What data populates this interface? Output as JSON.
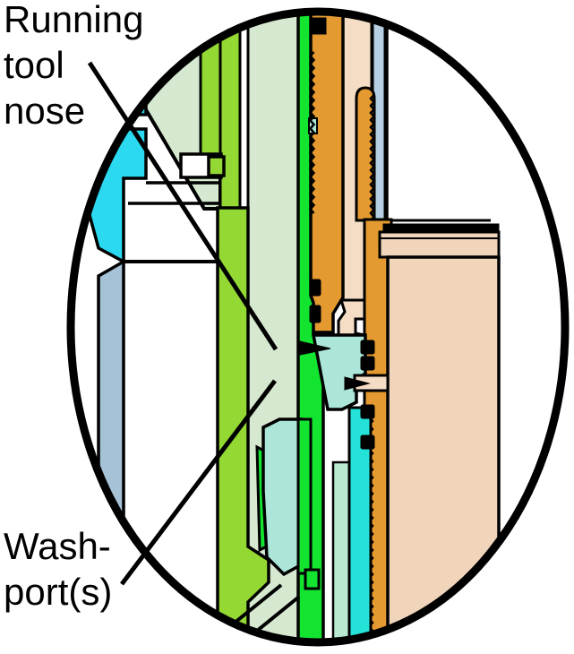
{
  "figure": {
    "type": "engineering-cross-section-detail",
    "description": "Magnified elliptical detail view of a running tool and tubing hanger cross-section",
    "labels": {
      "running_tool_nose": "Running\ntool\nnose",
      "wash_ports": "Wash-\nport(s)"
    },
    "icons": {
      "flow_arrow": "flow-arrow-right"
    },
    "palette": {
      "outline": "#000000",
      "background": "#ffffff",
      "cyan_fluid": "#2bd9f0",
      "blue_gray_casing": "#a6c2d6",
      "yellow_green_housing": "#94d834",
      "sage_body": "#d6e9d0",
      "bright_green_tool": "#12e430",
      "orange_mandrel": "#e49a30",
      "peach_inner": "#f5dcc4",
      "tan_flange": "#f0d5bb",
      "light_blue_liner": "#b6cfe2",
      "aqua_nose": "#abe6d8",
      "teal_bore": "#25e2d8",
      "mint_sliver": "#b9e9cf"
    }
  }
}
